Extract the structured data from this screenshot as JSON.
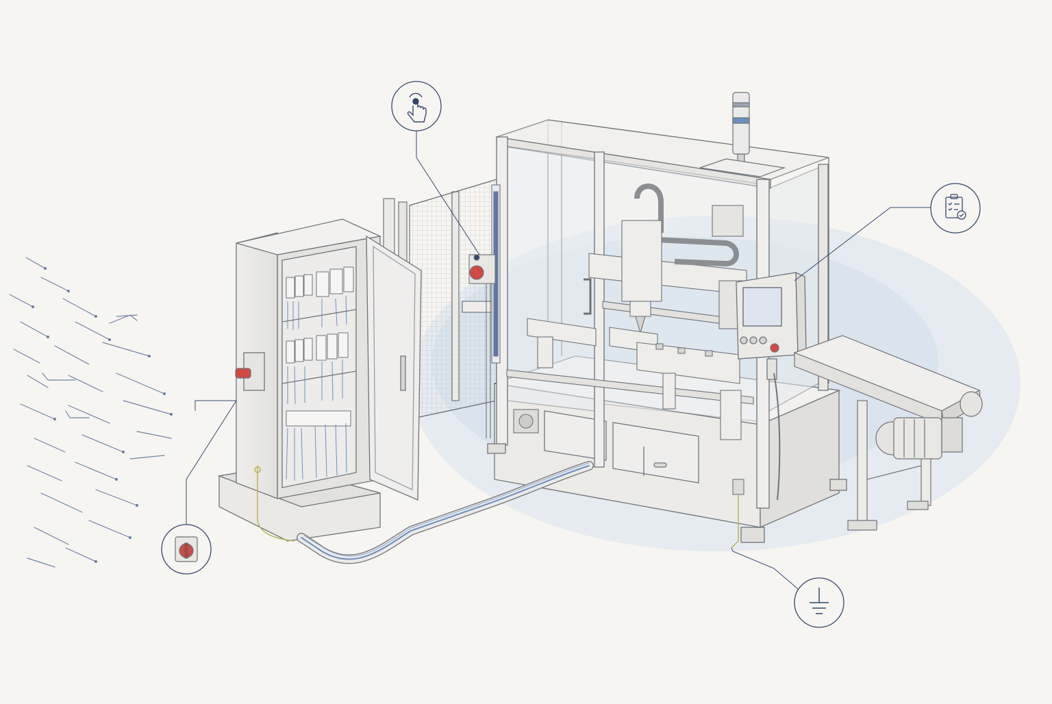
{
  "diagram": {
    "description_level": "pictorial",
    "colors": {
      "background": "#f7f5f1",
      "ink": "#6f7378",
      "ink_light": "#a6a9ad",
      "callout": "#34466e",
      "accent_red": "#cf4a45",
      "floor_zone": "#dbe5ee",
      "ground_wire": "#b8b35a",
      "cable_blue": "#6b8fc0"
    },
    "callouts": [
      {
        "name": "push-button-callout",
        "icon": "hand-pointer-icon"
      },
      {
        "name": "checklist-callout",
        "icon": "clipboard-check-icon"
      },
      {
        "name": "main-switch-callout",
        "icon": "rotary-switch-icon"
      },
      {
        "name": "ground-callout",
        "icon": "earth-ground-icon"
      }
    ]
  }
}
